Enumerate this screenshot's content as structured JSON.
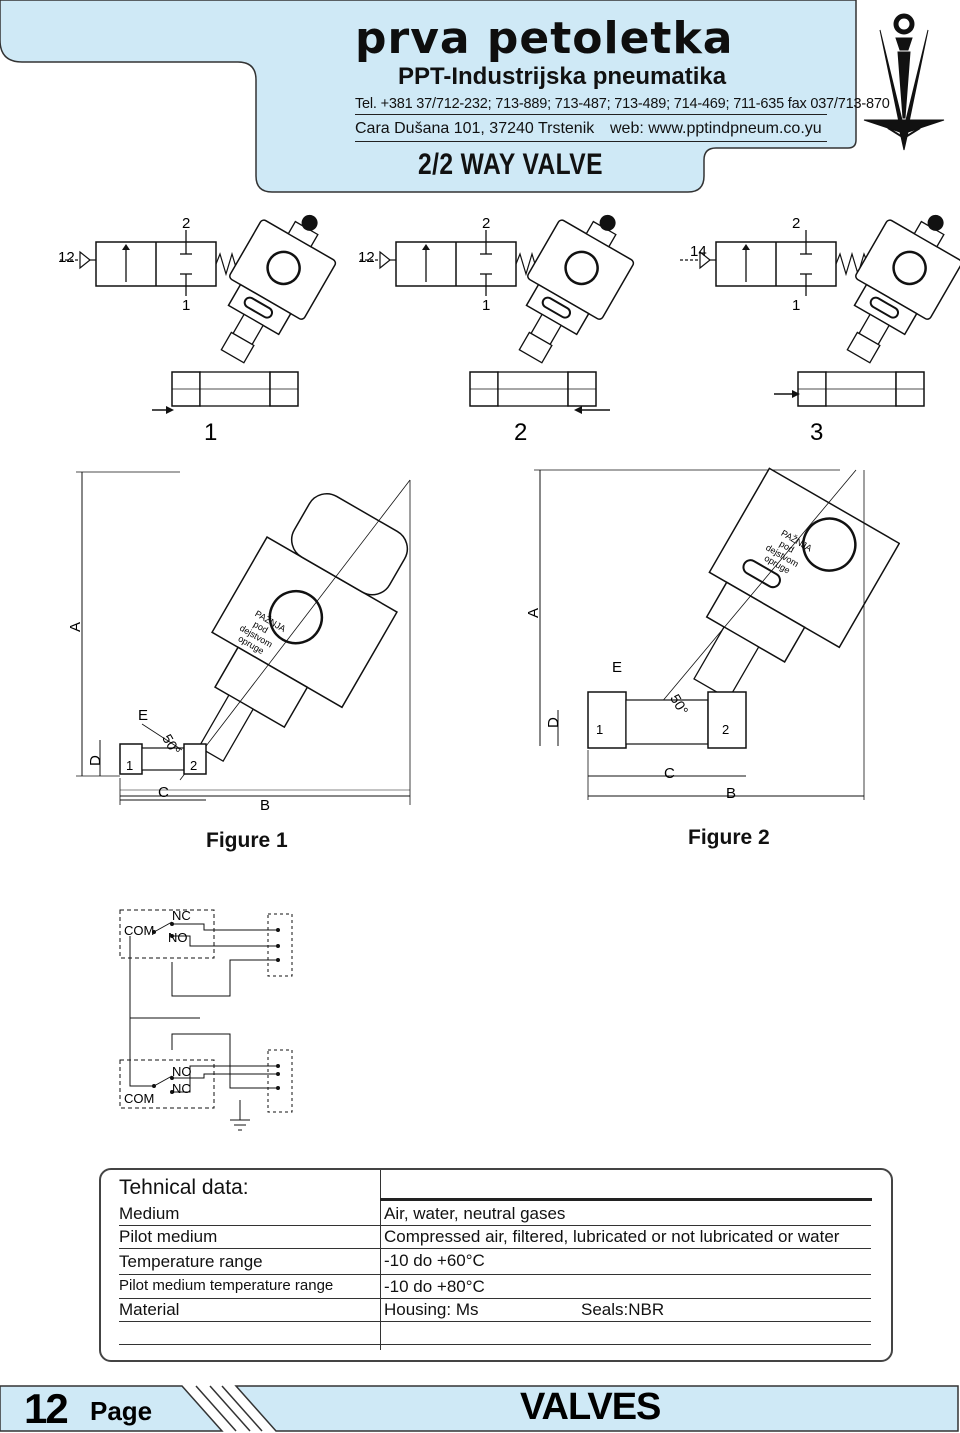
{
  "header": {
    "brand": "prva petoletka",
    "subtitle": "PPT-Industrijska pneumatika",
    "phone": "Tel. +381 37/712-232; 713-889; 713-487; 713-489; 714-469; 711-635 fax 037/713-870",
    "address": "Cara Dušana 101, 37240 Trstenik",
    "web": "web:  www.pptindpneum.co.yu",
    "title": "2/2  WAY VALVE",
    "colors": {
      "panel": "#cfe9f6",
      "border": "#333333"
    }
  },
  "symbols": {
    "one": {
      "pilot": "12",
      "top": "2",
      "bottom": "1",
      "label": "1"
    },
    "two": {
      "pilot": "12",
      "top": "2",
      "bottom": "1",
      "label": "2"
    },
    "three": {
      "pilot": "14",
      "top": "2",
      "bottom": "1",
      "label": "3"
    }
  },
  "figure1": {
    "caption": "Figure 1",
    "dimA": "A",
    "dimB": "B",
    "dimC": "C",
    "dimD": "D",
    "dimE": "E",
    "angle": "50°",
    "port1": "1",
    "port2": "2",
    "warning": [
      "PAŽNJA",
      "pod",
      "dejstvom",
      "opruge"
    ]
  },
  "figure2": {
    "caption": "Figure 2",
    "dimA": "A",
    "dimB": "B",
    "dimC": "C",
    "dimD": "D",
    "dimE": "E",
    "angle": "50°",
    "port1": "1",
    "port2": "2",
    "warning": [
      "PAŽNJA",
      "pod",
      "dejstvom",
      "opruge"
    ]
  },
  "wiring": {
    "top": {
      "com": "COM",
      "nc": "NC",
      "no": "NO"
    },
    "bottom": {
      "com": "COM",
      "nc": "NC",
      "no": "NO"
    }
  },
  "tech": {
    "heading": "Tehnical data:",
    "rows": [
      {
        "label": "Medium",
        "value": "Air, water, neutral gases"
      },
      {
        "label": "Pilot medium",
        "value": "Compressed air, filtered, lubricated or not lubricated or water"
      },
      {
        "label": "Temperature range",
        "value": "-10 do +60°C"
      },
      {
        "label": "Pilot medium temperature range",
        "value": "-10 do +80°C"
      },
      {
        "label": "Material",
        "value": "Housing: Ms",
        "value2": "Seals:NBR"
      }
    ]
  },
  "footer": {
    "page_number": "12",
    "page_word": "Page",
    "section": "VALVES",
    "colors": {
      "bar": "#cfe9f6"
    }
  }
}
